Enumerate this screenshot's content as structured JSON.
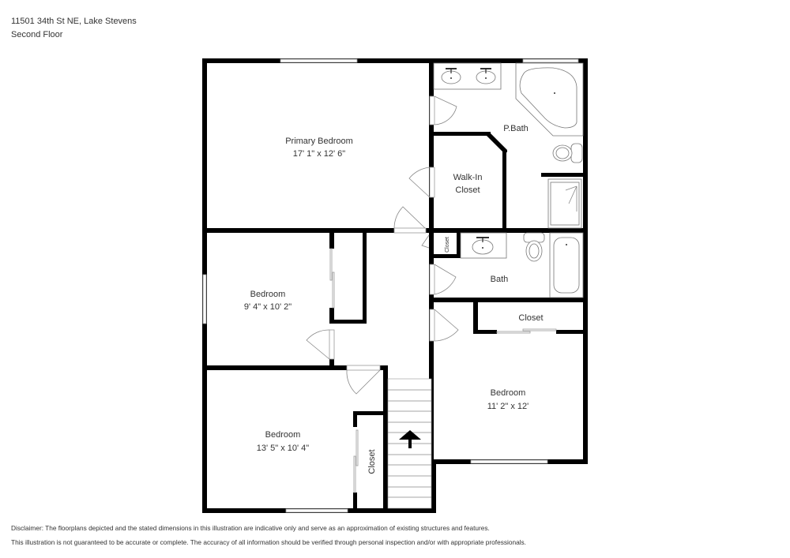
{
  "header": {
    "address": "11501 34th St NE, Lake Stevens",
    "floor": "Second Floor"
  },
  "rooms": {
    "primary_bedroom": {
      "name": "Primary Bedroom",
      "dims": "17' 1\" x 12' 6\""
    },
    "p_bath": {
      "name": "P.Bath"
    },
    "walk_in_closet": {
      "name_line1": "Walk-In",
      "name_line2": "Closet"
    },
    "linen_closet": {
      "name": "Closet"
    },
    "bath": {
      "name": "Bath"
    },
    "bedroom_2": {
      "name": "Bedroom",
      "dims": "9' 4\" x 10' 2\""
    },
    "bedroom_3": {
      "name": "Bedroom",
      "dims": "13' 5\" x 10' 4\""
    },
    "bedroom_3_closet": {
      "name": "Closet"
    },
    "bedroom_4": {
      "name": "Bedroom",
      "dims": "11' 2\" x 12'"
    },
    "bedroom_4_closet": {
      "name": "Closet"
    }
  },
  "stairs": {
    "direction": "up",
    "icon": "arrow-up-icon"
  },
  "disclaimer": {
    "line1": "Disclaimer: The floorplans depicted and the stated dimensions in this illustration are indicative only and serve as an approximation of existing structures and features.",
    "line2": "This illustration is not guaranteed to be accurate or complete. The accuracy of all information should be verified through personal inspection and/or with appropriate professionals."
  },
  "colors": {
    "wall": "#000000",
    "background": "#ffffff",
    "text": "#333333",
    "fixture_line": "#777777"
  }
}
